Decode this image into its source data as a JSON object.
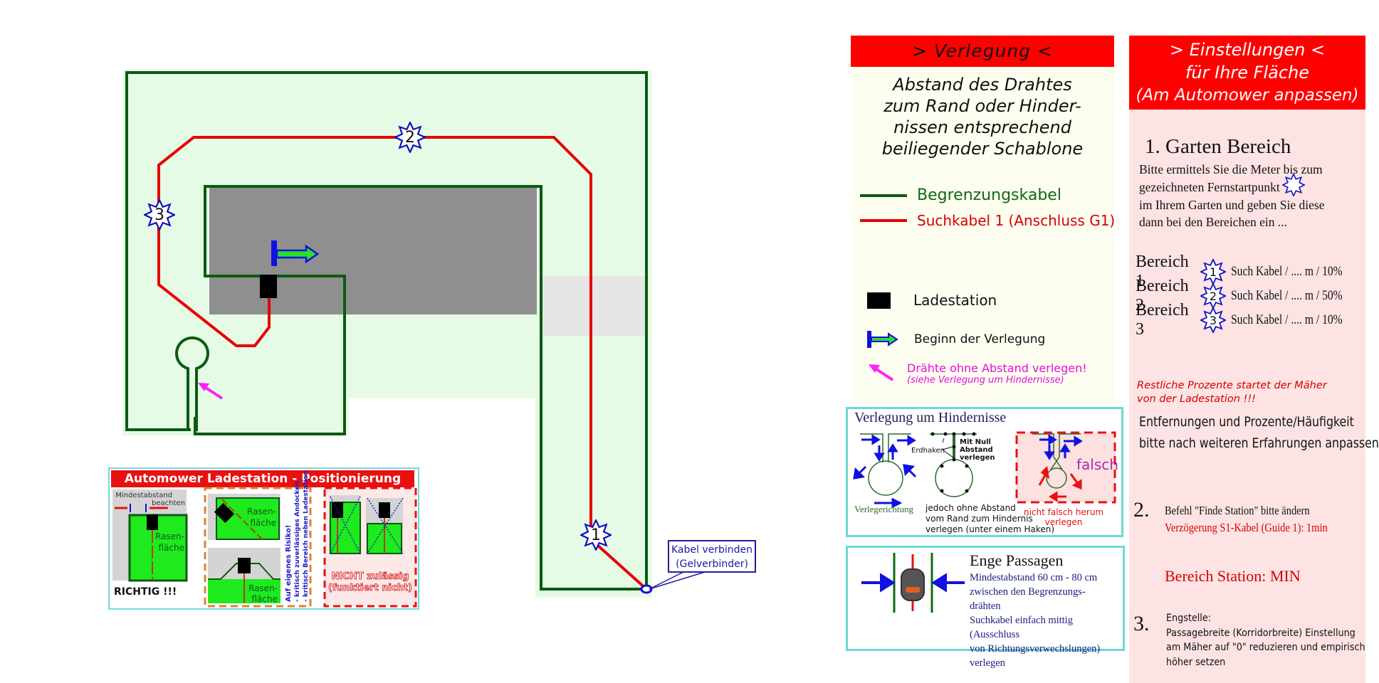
{
  "map": {
    "waypoints": [
      {
        "id": "1",
        "label": "1"
      },
      {
        "id": "2",
        "label": "2"
      },
      {
        "id": "3",
        "label": "3"
      }
    ],
    "callout": {
      "line1": "Kabel verbinden",
      "line2": "(Gelverbinder)"
    },
    "colors": {
      "boundary": "#0b5a12",
      "guide": "#e60000",
      "lawn": "#e6fbe6",
      "house": "#8f8f8f",
      "path": "#e6e6e6",
      "marker": "#1010c0",
      "note_arrow": "#ff20ff"
    }
  },
  "verlegung": {
    "title": "> Verlegung <",
    "intro": [
      "Abstand des Drahtes",
      "zum Rand oder Hinder-",
      "nissen entsprechend",
      "beiliegender Schablone"
    ],
    "legend": {
      "boundary": "Begrenzungskabel",
      "guide": "Suchkabel 1 (Anschluss G1)",
      "station": "Ladestation",
      "begin": "Beginn der Verlegung",
      "wire_note": "Drähte ohne Abstand verlegen!",
      "wire_note_sub": "(siehe Verlegung um Hindernisse)"
    }
  },
  "hindernisse": {
    "title": "Verlegung um Hindernisse",
    "direction_label": "Verlegerichtung",
    "erdhaken": "Erdhaken",
    "mit_null": [
      "Mit Null",
      "Abstand",
      "verlegen"
    ],
    "note": [
      "jedoch ohne Abstand",
      "vom Rand zum Hindernis",
      "verlegen (unter einem Haken)"
    ],
    "falsch": "falsch",
    "falsch_note": [
      "nicht falsch herum",
      "verlegen"
    ]
  },
  "enge": {
    "title": "Enge Passagen",
    "lines": [
      "Mindestabstand 60 cm - 80 cm",
      "zwischen den Begrenzungs-",
      "drähten",
      "Suchkabel einfach mittig (Ausschluss",
      "von Richtungsverwechslungen) verlegen"
    ]
  },
  "ladestation": {
    "title": "Automower Ladestation - Positionierung",
    "mindest": [
      "Mindestabstand",
      "beachten"
    ],
    "rasen": [
      "Rasen-",
      "fläche"
    ],
    "richtig": "RICHTIG !!!",
    "risiko": [
      "Auf eigenes Risiko!",
      "- kritisch zuverlässiges Andocken",
      "- kritisch Bereich neben Ladestation"
    ],
    "nicht": [
      "NICHT zulässig",
      "(funktiert nicht)"
    ]
  },
  "einstellungen": {
    "title": [
      "> Einstellungen <",
      "für Ihre Fläche",
      "(Am Automower anpassen)"
    ],
    "garten_title": "1. Garten Bereich",
    "garten_text": [
      "Bitte ermittels Sie die Meter bis zum",
      "gezeichneten Fernstartpunkt",
      "im Ihrem Garten und geben Sie diese",
      "dann bei den Bereichen ein ..."
    ],
    "bereiche": [
      {
        "label": "Bereich 1",
        "num": "1",
        "text": "Such Kabel / .... m / 10%",
        "percent": 10
      },
      {
        "label": "Bereich 2",
        "num": "2",
        "text": "Such Kabel / .... m / 50%",
        "percent": 50
      },
      {
        "label": "Bereich 3",
        "num": "3",
        "text": "Such Kabel / .... m / 10%",
        "percent": 10
      }
    ],
    "rest": [
      "Restliche Prozente  startet der Mäher",
      "von der Ladestation !!!"
    ],
    "erfahr": [
      "Entfernungen und Prozente/Häufigkeit",
      "bitte nach weiteren Erfahrungen anpassen"
    ],
    "step2_num": "2.",
    "befehl": "Befehl \"Finde Station\" bitte ändern",
    "verzoegerung": "Verzögerung S1-Kabel (Guide 1): 1min",
    "bereich_station": "Bereich Station: MIN",
    "step3_num": "3.",
    "engstelle": [
      "Engstelle:",
      "Passagebreite (Korridorbreite) Einstellung",
      "am Mäher auf \"0\" reduzieren und empirisch",
      "höher setzen"
    ]
  }
}
